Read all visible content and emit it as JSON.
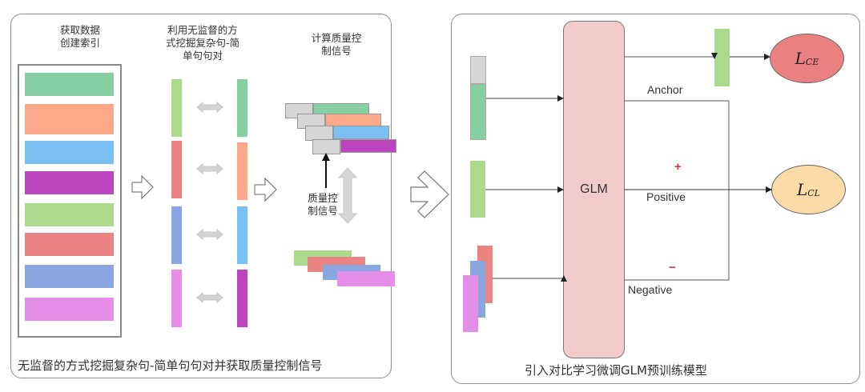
{
  "colors": {
    "green": "#86cfa2",
    "orange": "#fca98a",
    "blue": "#7bc0f2",
    "purple": "#bb45bf",
    "light_green": "#abda8c",
    "red": "#ea8381",
    "periwinkle": "#8aa6e0",
    "pink": "#e58ee8",
    "gray": "#d6d6d6",
    "glm_fill": "#f4cbcd",
    "lce_fill": "#ea8080",
    "lcl_fill": "#fcdba8",
    "sign_red": "#e0303a"
  },
  "left_panel": {
    "step1_title": [
      "获取数据",
      "创建索引"
    ],
    "step2_title": [
      "利用无监督的方",
      "式挖掘复杂句-简",
      "单句句对"
    ],
    "step3_title": [
      "计算质量控",
      "制信号"
    ],
    "quality_signal_label": [
      "质量控",
      "制信号"
    ],
    "index_bars": [
      "green",
      "orange",
      "blue",
      "purple",
      "light_green",
      "red",
      "periwinkle",
      "pink"
    ],
    "pairs": [
      {
        "left": "light_green",
        "right": "green"
      },
      {
        "left": "red",
        "right": "orange"
      },
      {
        "left": "periwinkle",
        "right": "blue"
      },
      {
        "left": "pink",
        "right": "purple"
      }
    ],
    "signal_bars_top": [
      "green",
      "orange",
      "blue",
      "purple"
    ],
    "signal_bars_bottom": [
      "light_green",
      "red",
      "periwinkle",
      "pink"
    ],
    "caption": "无监督的方式挖掘复杂句-简单句句对并获取质量控制信号"
  },
  "right_panel": {
    "model_label": "GLM",
    "anchor_label": "Anchor",
    "positive_label": "Positive",
    "negative_label": "Negative",
    "plus_sign": "+",
    "minus_sign": "−",
    "loss_ce": {
      "main": "L",
      "sub": "CE"
    },
    "loss_cl": {
      "main": "L",
      "sub": "CL"
    },
    "caption": "引入对比学习微调GLM预训练模型"
  }
}
